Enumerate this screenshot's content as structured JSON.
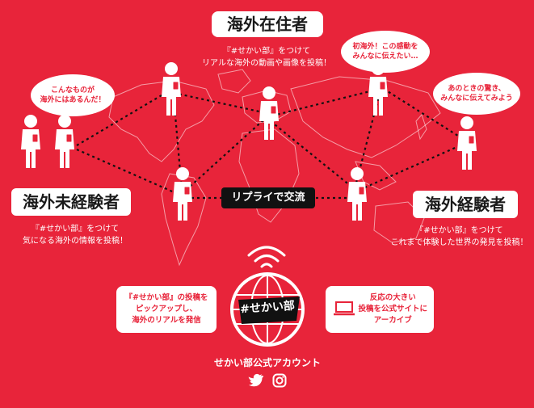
{
  "groups": {
    "residents": {
      "title": "海外在住者",
      "caption": "『#せかい部』をつけて\nリアルな海外の動画や画像を投稿！"
    },
    "inexperienced": {
      "title": "海外未経験者",
      "caption": "『#せかい部』をつけて\n気になる海外の情報を投稿！"
    },
    "experienced": {
      "title": "海外経験者",
      "caption": "『#せかい部』をつけて\nこれまで体験した世界の発見を投稿！"
    }
  },
  "bubbles": {
    "left": "こんなものが\n海外にはあるんだ！",
    "center": "初海外！この感動を\nみんなに伝えたい…",
    "right": "あのときの驚き、\nみんなに伝えてみよう"
  },
  "center_label": "リプライで交流",
  "bottom": {
    "left_box": "『#せかい部』の投稿を\nピックアップし、\n海外のリアルを発信",
    "right_box": "反応の大きい\n投稿を公式サイトに\nアーカイブ",
    "logo_text": "#せかい部",
    "account_label": "せかい部公式アカウント"
  },
  "icons": [
    "wifi-icon",
    "twitter-icon",
    "instagram-icon",
    "laptop-icon",
    "person-icon"
  ],
  "colors": {
    "background": "#e8243a",
    "accent": "#ffffff",
    "dark": "#111111"
  }
}
